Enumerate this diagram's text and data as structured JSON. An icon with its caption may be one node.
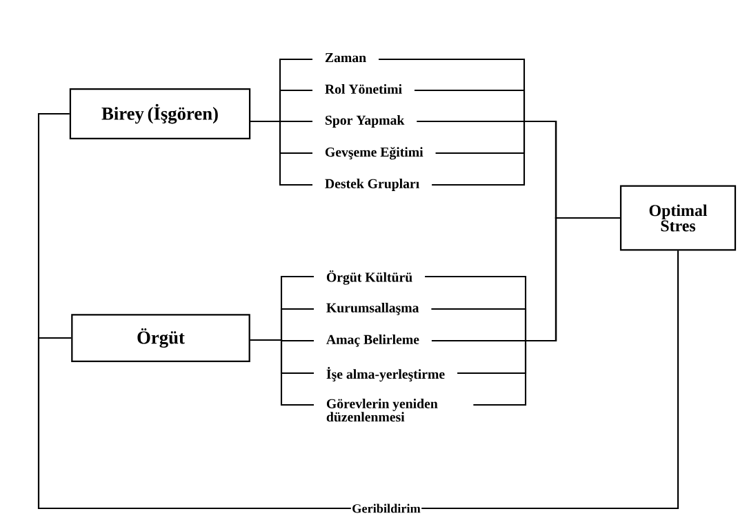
{
  "diagram": {
    "nodes": [
      {
        "text": [
          "Birey (İşgören)"
        ]
      },
      {
        "text": [
          "Zaman"
        ]
      },
      {
        "text": [
          "Rol Yönetimi"
        ]
      },
      {
        "text": [
          "Spor Yapmak"
        ]
      },
      {
        "text": [
          "Gevşeme Eğitimi"
        ]
      },
      {
        "text": [
          "Destek Grupları"
        ]
      },
      {
        "text": [
          "Optimal Stres"
        ]
      },
      {
        "text": [
          "Örgüt"
        ]
      },
      {
        "text": [
          "Örgüt Kültürü"
        ]
      },
      {
        "text": [
          "Kurumsallaşma"
        ]
      },
      {
        "text": [
          "Amaç Belirleme"
        ]
      },
      {
        "text": [
          "İşe alma-yerleştirme"
        ]
      },
      {
        "text": [
          "Görevlerin yeniden düzenlenmesi"
        ]
      }
    ],
    "edges": [
      {
        "from": 0,
        "to": 1,
        "arrow": "none"
      },
      {
        "from": 0,
        "to": 2,
        "arrow": "none"
      },
      {
        "from": 0,
        "to": 3,
        "arrow": "none"
      },
      {
        "from": 0,
        "to": 4,
        "arrow": "none"
      },
      {
        "from": 0,
        "to": 5,
        "arrow": "none"
      },
      {
        "from": 1,
        "to": 6,
        "arrow": "none"
      },
      {
        "from": 2,
        "to": 6,
        "arrow": "none"
      },
      {
        "from": 3,
        "to": 6,
        "arrow": "none"
      },
      {
        "from": 4,
        "to": 6,
        "arrow": "none"
      },
      {
        "from": 5,
        "to": 6,
        "arrow": "none"
      },
      {
        "from": 7,
        "to": 8,
        "arrow": "none"
      },
      {
        "from": 7,
        "to": 9,
        "arrow": "none"
      },
      {
        "from": 7,
        "to": 10,
        "arrow": "none"
      },
      {
        "from": 7,
        "to": 11,
        "arrow": "none"
      },
      {
        "from": 7,
        "to": 12,
        "arrow": "none"
      },
      {
        "from": 8,
        "to": 6,
        "arrow": "none"
      },
      {
        "from": 9,
        "to": 6,
        "arrow": "none"
      },
      {
        "from": 10,
        "to": 6,
        "arrow": "none"
      },
      {
        "from": 11,
        "to": 6,
        "arrow": "none"
      },
      {
        "from": 12,
        "to": 6,
        "arrow": "none"
      },
      {
        "from": 6,
        "to": 0,
        "arrow": "none",
        "label": "Geribildirim"
      },
      {
        "from": 6,
        "to": 7,
        "arrow": "none"
      }
    ]
  }
}
